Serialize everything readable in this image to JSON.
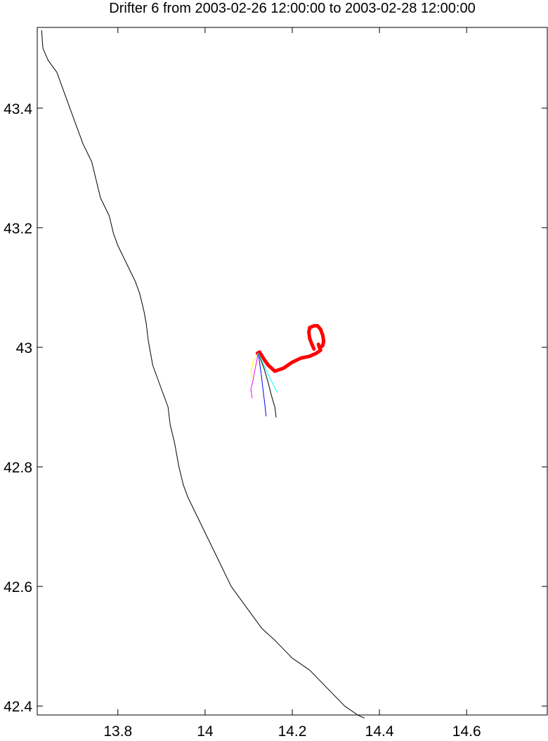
{
  "figure": {
    "title": "Drifter 6 from 2003-02-26 12:00:00 to 2003-02-28 12:00:00"
  },
  "chart_data": {
    "type": "line",
    "title": "Drifter 6 from 2003-02-26 12:00:00 to 2003-02-28 12:00:00",
    "xlabel": "",
    "ylabel": "",
    "xlim": [
      13.615,
      14.785
    ],
    "ylim": [
      42.385,
      43.535
    ],
    "grid": false,
    "xticks": [
      13.8,
      14.0,
      14.2,
      14.4,
      14.6
    ],
    "xtick_labels": [
      "13.8",
      "14",
      "14.2",
      "14.4",
      "14.6"
    ],
    "yticks": [
      42.4,
      42.6,
      42.8,
      43.0,
      43.2,
      43.4
    ],
    "ytick_labels": [
      "42.4",
      "42.6",
      "42.8",
      "43",
      "43.2",
      "43.4"
    ],
    "series": [
      {
        "role": "coastline",
        "color": "#000000",
        "width": 1,
        "x": [
          13.625,
          13.628,
          13.64,
          13.66,
          13.68,
          13.7,
          13.72,
          13.74,
          13.75,
          13.76,
          13.78,
          13.79,
          13.8,
          13.82,
          13.84,
          13.85,
          13.86,
          13.865,
          13.87,
          13.875,
          13.88,
          13.885,
          13.89,
          13.9,
          13.915,
          13.92,
          13.93,
          13.935,
          13.94,
          13.95,
          13.96,
          13.98,
          14.0,
          14.02,
          14.04,
          14.06,
          14.08,
          14.1,
          14.13,
          14.16,
          14.2,
          14.24,
          14.28,
          14.32,
          14.35,
          14.365
        ],
        "y": [
          43.53,
          43.5,
          43.48,
          43.46,
          43.42,
          43.38,
          43.34,
          43.31,
          43.28,
          43.25,
          43.22,
          43.19,
          43.17,
          43.14,
          43.11,
          43.09,
          43.06,
          43.04,
          43.01,
          42.99,
          42.97,
          42.96,
          42.95,
          42.93,
          42.9,
          42.87,
          42.84,
          42.82,
          42.8,
          42.77,
          42.75,
          42.72,
          42.69,
          42.66,
          42.63,
          42.6,
          42.58,
          42.56,
          42.53,
          42.51,
          42.48,
          42.46,
          42.43,
          42.4,
          42.385,
          42.38
        ]
      },
      {
        "role": "drifter-track",
        "color": "#ff0000",
        "width": 5,
        "x": [
          14.12,
          14.125,
          14.135,
          14.145,
          14.16,
          14.18,
          14.2,
          14.22,
          14.24,
          14.255,
          14.265,
          14.262,
          14.26
        ],
        "y": [
          42.99,
          42.992,
          42.98,
          42.97,
          42.96,
          42.965,
          42.975,
          42.982,
          42.985,
          42.99,
          42.995,
          43.0,
          43.005
        ]
      },
      {
        "role": "drifter-track",
        "color": "#ff0000",
        "width": 5,
        "x": [
          14.25,
          14.245,
          14.24,
          14.238,
          14.24,
          14.25,
          14.258,
          14.265,
          14.27,
          14.272,
          14.27,
          14.265
        ],
        "y": [
          42.997,
          43.005,
          43.015,
          43.025,
          43.033,
          43.036,
          43.036,
          43.03,
          43.02,
          43.01,
          43.003,
          43.0
        ]
      },
      {
        "role": "model-track",
        "color": "#ffff00",
        "width": 1,
        "x": [
          14.122,
          14.11,
          14.105,
          14.108
        ],
        "y": [
          42.99,
          42.975,
          42.96,
          42.95
        ]
      },
      {
        "role": "model-track",
        "color": "#ff00ff",
        "width": 1,
        "x": [
          14.122,
          14.115,
          14.11,
          14.105,
          14.108
        ],
        "y": [
          42.99,
          42.965,
          42.945,
          42.93,
          42.915
        ]
      },
      {
        "role": "model-track",
        "color": "#0000ff",
        "width": 1,
        "x": [
          14.122,
          14.128,
          14.132,
          14.137,
          14.14
        ],
        "y": [
          42.99,
          42.96,
          42.935,
          42.905,
          42.885
        ]
      },
      {
        "role": "model-track",
        "color": "#000000",
        "width": 1,
        "x": [
          14.122,
          14.135,
          14.145,
          14.152,
          14.16,
          14.163
        ],
        "y": [
          42.99,
          42.965,
          42.94,
          42.92,
          42.9,
          42.883
        ]
      },
      {
        "role": "model-track",
        "color": "#00ffff",
        "width": 1,
        "x": [
          14.122,
          14.135,
          14.148,
          14.158,
          14.165
        ],
        "y": [
          42.99,
          42.97,
          42.95,
          42.935,
          42.925
        ]
      }
    ]
  }
}
